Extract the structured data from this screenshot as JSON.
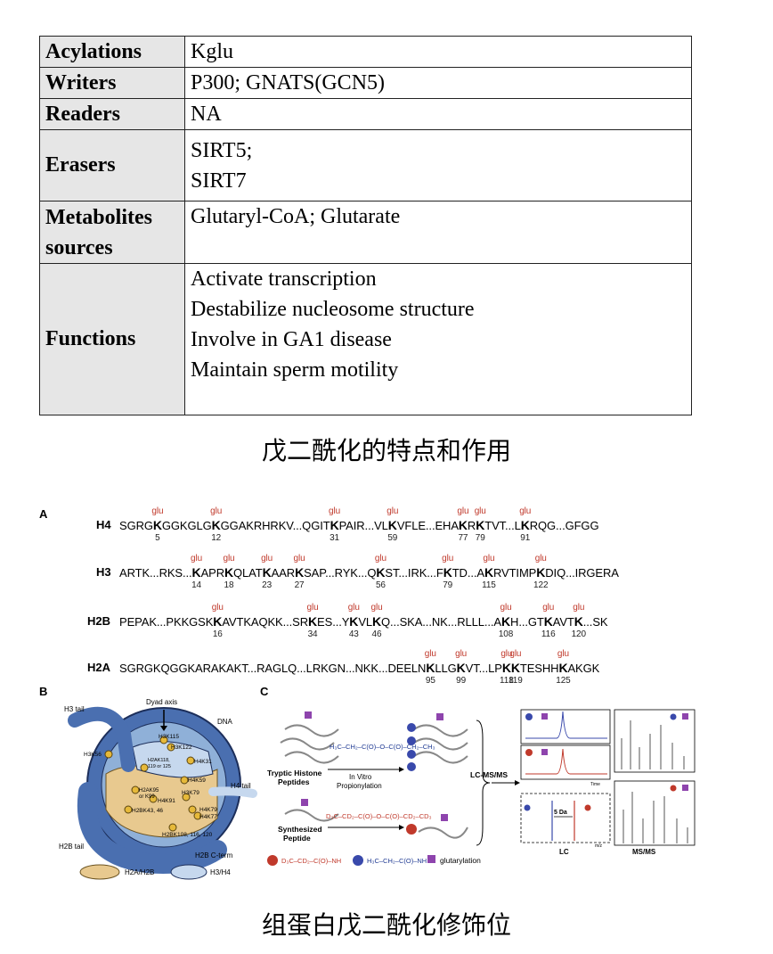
{
  "table": {
    "rows": [
      {
        "key": "Acylations",
        "lines": [
          "Kglu"
        ]
      },
      {
        "key": "Writers",
        "lines": [
          "P300; GNATS(GCN5)"
        ]
      },
      {
        "key": "Readers",
        "lines": [
          "NA"
        ]
      },
      {
        "key": "Erasers",
        "lines": [
          "SIRT5;",
          "SIRT7"
        ]
      },
      {
        "key_lines": [
          "Metabolites",
          "sources"
        ],
        "lines": [
          "Glutaryl-CoA; Glutarate"
        ]
      },
      {
        "key": "Functions",
        "lines": [
          "Activate transcription",
          "Destabilize nucleosome structure",
          "Involve in GA1 disease",
          "Maintain sperm motility"
        ]
      }
    ]
  },
  "caption1": "戊二酰化的特点和作用",
  "caption2": "组蛋白戊二酰化修饰位",
  "panel_a": {
    "label": "A",
    "mod_label": "glu",
    "rows": [
      {
        "name": "H4",
        "segments": [
          "SGRG",
          {
            "k": "K",
            "n": "5"
          },
          "GGKGLG",
          {
            "k": "K",
            "n": "12"
          },
          "GGAKRHRKV...QGIT",
          {
            "k": "K",
            "n": "31"
          },
          "PAIR...VL",
          {
            "k": "K",
            "n": "59"
          },
          "VFLE...EHA",
          {
            "k": "K",
            "n": "77"
          },
          "R",
          {
            "k": "K",
            "n": "79"
          },
          "TVT...L",
          {
            "k": "K",
            "n": "91"
          },
          "RQG...GFGG"
        ]
      },
      {
        "name": "H3",
        "segments": [
          "ARTK...RKS...",
          {
            "k": "K",
            "n": "14"
          },
          "APR",
          {
            "k": "K",
            "n": "18"
          },
          "QLAT",
          {
            "k": "K",
            "n": "23"
          },
          "AAR",
          {
            "k": "K",
            "n": "27"
          },
          "SAP...RYK...Q",
          {
            "k": "K",
            "n": "56"
          },
          "ST...IRK...F",
          {
            "k": "K",
            "n": "79"
          },
          "TD...A",
          {
            "k": "K",
            "n": "115"
          },
          "RVTIMP",
          {
            "k": "K",
            "n": "122"
          },
          "DIQ...IRGERA"
        ]
      },
      {
        "name": "H2B",
        "segments": [
          "PEPAK...PKKGSK",
          {
            "k": "K",
            "n": "16"
          },
          "AVTKAQKK...SR",
          {
            "k": "K",
            "n": "34"
          },
          "ES...Y",
          {
            "k": "K",
            "n": "43"
          },
          "VL",
          {
            "k": "K",
            "n": "46"
          },
          "Q...SKA...NK...RLLL...A",
          {
            "k": "K",
            "n": "108"
          },
          "H...GT",
          {
            "k": "K",
            "n": "116"
          },
          "AVT",
          {
            "k": "K",
            "n": "120"
          },
          "...SK"
        ]
      },
      {
        "name": "H2A",
        "segments": [
          "SGRGKQGGKARAKAKT...RAGLQ...LRKGN...NKK...DEELN",
          {
            "k": "K",
            "n": "95"
          },
          "LLG",
          {
            "k": "K",
            "n": "99"
          },
          "VT...LP",
          {
            "k": "K",
            "n": "118"
          },
          {
            "k": "K",
            "n": "119"
          },
          "TESHH",
          {
            "k": "K",
            "n": "125"
          },
          "AKGK"
        ]
      }
    ]
  },
  "panel_b": {
    "label": "B",
    "h3_tail": "H3 tail",
    "dyad_axis": "Dyad axis",
    "dna": "DNA",
    "h4_tail": "H4 tail",
    "h2b_tail": "H2B tail",
    "h2b_cterm": "H2B C-term",
    "legend_h2a": "H2A/H2B",
    "legend_h3": "H3/H4",
    "sites": [
      "H3K56",
      "H3K115",
      "H3K122",
      "H2AK118,",
      "119 or 125",
      "H4K31",
      "H4K59",
      "H2AK95",
      "or K99",
      "H4K91",
      "H3K79",
      "H2BK43, 46",
      "H4K79",
      "H4K77",
      "H2BK108, 116, 120"
    ]
  },
  "panel_c": {
    "label": "C",
    "tryptic": [
      "Tryptic Histone",
      "Peptides"
    ],
    "in_vitro": [
      "In Vitro",
      "Propionylation"
    ],
    "synth": [
      "Synthesized",
      "Peptide"
    ],
    "lcms": "LC-MS/MS",
    "reagent1": "H₃C–CH₂–C(O)–O–C(O)–CH₂–CH₃",
    "reagent2": "D₃C–CD₂–C(O)–O–C(O)–CD₂–CD₃",
    "legend_glut": "glutarylation",
    "five_da": "5 Da",
    "lc": "LC",
    "msms": "MS/MS",
    "time": "Time",
    "mz": "m/z"
  }
}
